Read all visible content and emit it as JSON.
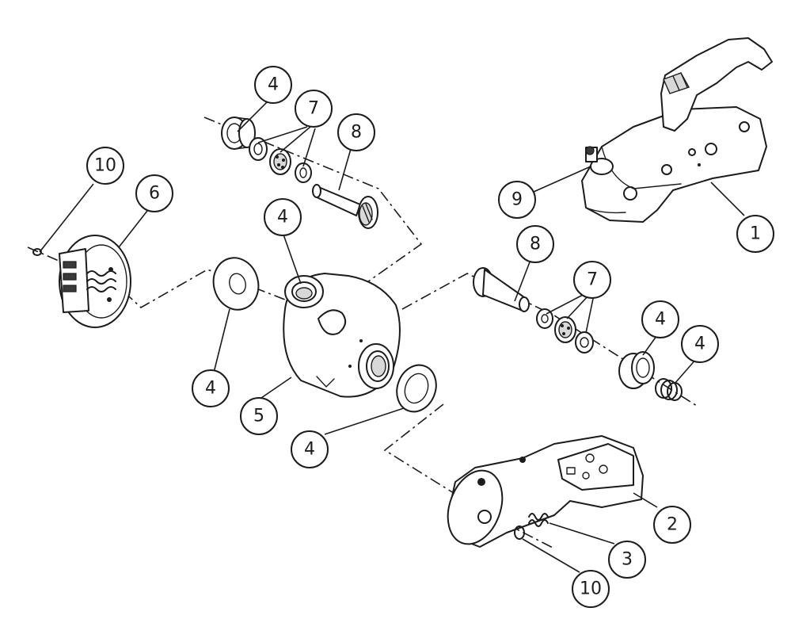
{
  "callouts": {
    "c4_top": "4",
    "c7_top": "7",
    "c8_top": "8",
    "c10_left": "10",
    "c6": "6",
    "c9": "9",
    "c1": "1",
    "c4_center": "4",
    "c8_right": "8",
    "c7_right": "7",
    "c4_right_a": "4",
    "c4_right_b": "4",
    "c4_left": "4",
    "c5": "5",
    "c4_bottom": "4",
    "c2": "2",
    "c3": "3",
    "c10_bottom": "10"
  }
}
